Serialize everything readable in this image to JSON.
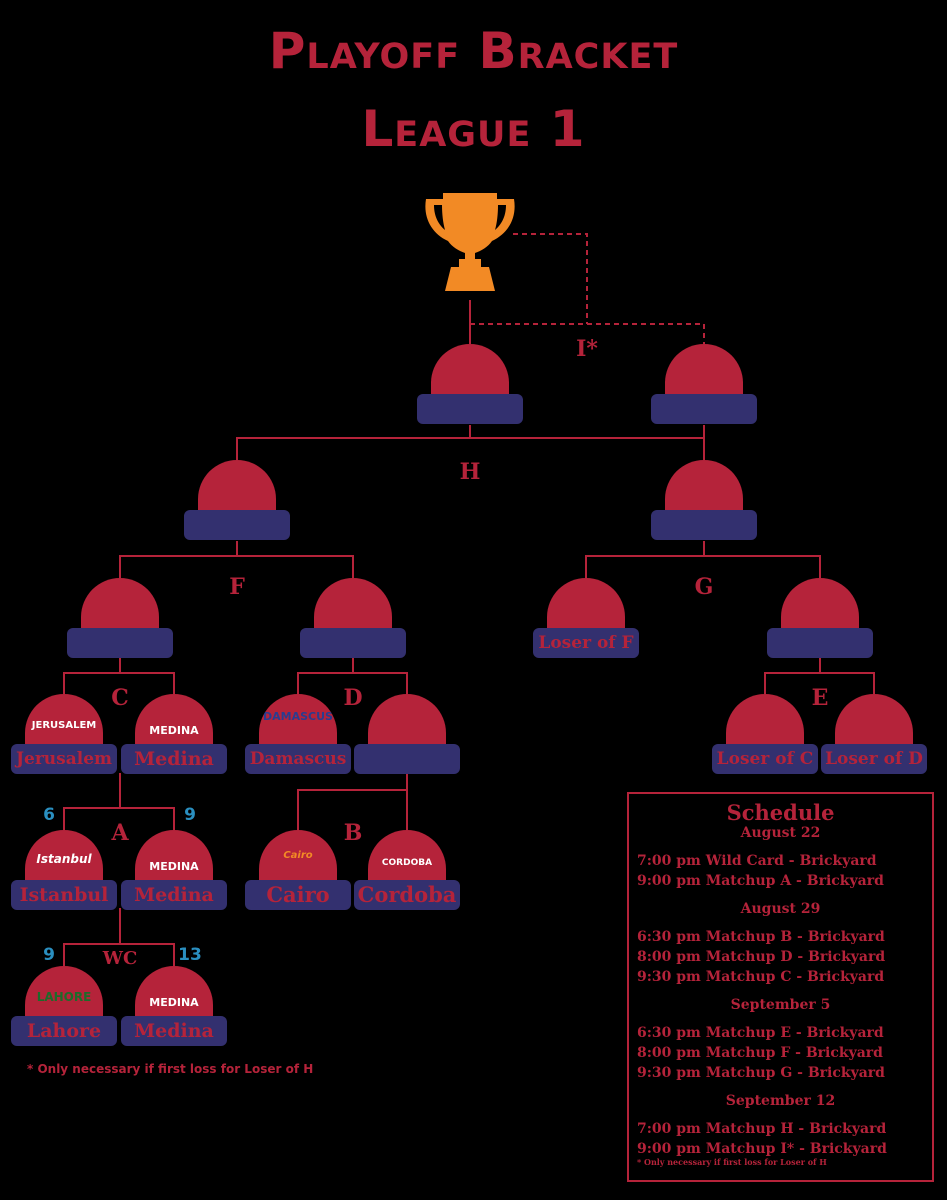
{
  "title_line1": "Playoff Bracket",
  "title_line2": "League 1",
  "trophy_icon": "trophy-icon",
  "colors": {
    "dome": "#b5233a",
    "bar": "#33306f",
    "line": "#b5233a",
    "trophy": "#f28a25",
    "seed": "#2a8fc0"
  },
  "matchups": {
    "I": "I*",
    "H": "H",
    "F": "F",
    "G": "G",
    "C": "C",
    "D": "D",
    "E": "E",
    "A": "A",
    "B": "B",
    "WC": "WC"
  },
  "slots": {
    "final_left": "",
    "final_right": "",
    "h_left": "",
    "h_right": "",
    "f_left": "",
    "f_right": "",
    "g_left": "Loser of F",
    "g_right": "",
    "c_left": "Jerusalem",
    "c_right": "Medina",
    "d_left": "Damascus",
    "d_right": "",
    "e_left": "Loser of C",
    "e_right": "Loser of D",
    "a_left": "Istanbul",
    "a_right": "Medina",
    "b_left": "Cairo",
    "b_right": "Cordoba",
    "wc_left": "Lahore",
    "wc_right": "Medina"
  },
  "logos": {
    "jerusalem": "JERUSALEM",
    "medina": "MEDINA",
    "damascus": "DAMASCUS",
    "istanbul": "Istanbul",
    "cairo": "Cairo",
    "cordoba": "CORDOBA",
    "lahore": "LAHORE"
  },
  "seeds": {
    "a_left": "6",
    "a_right": "9",
    "wc_left": "9",
    "wc_right": "13"
  },
  "footnote": "* Only necessary if first loss for Loser of H",
  "schedule": {
    "title": "Schedule",
    "days": [
      {
        "date": "August 22",
        "items": [
          "7:00 pm Wild Card - Brickyard",
          "9:00 pm Matchup A - Brickyard"
        ]
      },
      {
        "date": "August 29",
        "items": [
          "6:30 pm Matchup B - Brickyard",
          "8:00 pm Matchup D - Brickyard",
          "9:30 pm Matchup C - Brickyard"
        ]
      },
      {
        "date": "September 5",
        "items": [
          "6:30 pm Matchup E - Brickyard",
          "8:00 pm Matchup F - Brickyard",
          "9:30 pm Matchup G - Brickyard"
        ]
      },
      {
        "date": "September 12",
        "items": [
          "7:00 pm Matchup H - Brickyard",
          "9:00 pm Matchup I* - Brickyard"
        ]
      }
    ],
    "note": "* Only necessary if first loss for Loser of H"
  }
}
